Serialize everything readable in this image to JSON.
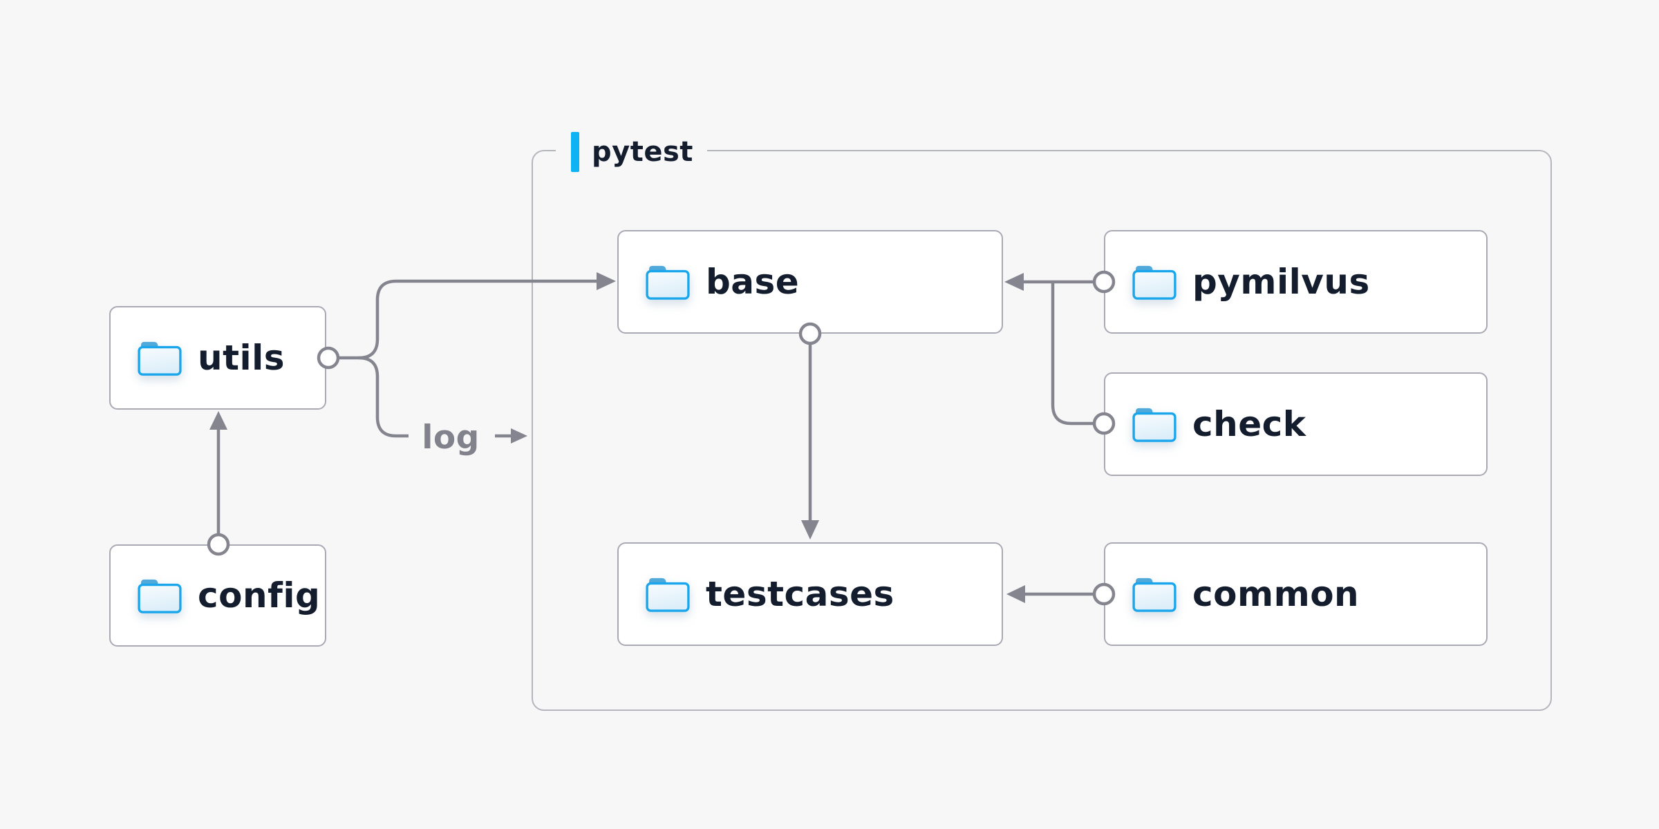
{
  "diagram": {
    "container": {
      "label": "pytest"
    },
    "nodes": [
      {
        "id": "utils",
        "label": "utils"
      },
      {
        "id": "config",
        "label": "config"
      },
      {
        "id": "base",
        "label": "base"
      },
      {
        "id": "pymilvus",
        "label": "pymilvus"
      },
      {
        "id": "check",
        "label": "check"
      },
      {
        "id": "testcases",
        "label": "testcases"
      },
      {
        "id": "common",
        "label": "common"
      }
    ],
    "edge_label": "log",
    "edges": [
      {
        "from": "config",
        "to": "utils"
      },
      {
        "from": "utils",
        "to": "base"
      },
      {
        "from": "utils",
        "to": "pytest-container",
        "label": "log"
      },
      {
        "from": "pymilvus",
        "to": "base"
      },
      {
        "from": "check",
        "to": "base"
      },
      {
        "from": "base",
        "to": "testcases"
      },
      {
        "from": "common",
        "to": "testcases"
      }
    ],
    "colors": {
      "background": "#f7f7f8",
      "box_fill": "#ffffff",
      "box_border": "#a9a9b3",
      "container_border": "#b5b5bd",
      "connector": "#85858f",
      "text": "#141d2e",
      "accent": "#0db3f2",
      "label_gray": "#82828c",
      "folder_stroke": "#19a6ec",
      "folder_tab": "#4fa9da",
      "folder_fill_top": "#f8fcfe",
      "folder_fill_bottom": "#dceef9"
    }
  }
}
